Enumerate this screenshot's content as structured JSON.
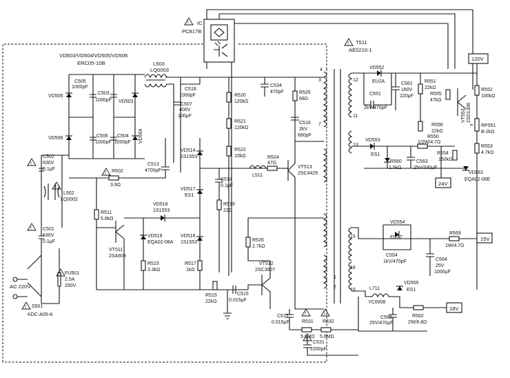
{
  "ic": {
    "sym": "IC",
    "part": "PC817B"
  },
  "top_diodes": {
    "refs": "VD503/VD504/VD505/VD506",
    "part": "ERC05-10B"
  },
  "l503": {
    "ref": "L503",
    "part": "LQ0003"
  },
  "t511": {
    "ref": "T511",
    "part": "AE0210-1"
  },
  "c505": {
    "ref": "C505",
    "val": "1000pF"
  },
  "c503": {
    "ref": "C503",
    "val": "1000pF"
  },
  "c506": {
    "ref": "C506",
    "val": "1000pF"
  },
  "c504": {
    "ref": "C504",
    "val": "1000pF"
  },
  "vd505": "VD505",
  "vd503": "VD503",
  "vd506": "VD506",
  "vd504": "VD504",
  "c518": {
    "ref": "C518",
    "val": "1000pF"
  },
  "c507": {
    "ref": "C507",
    "val1": "400V",
    "val2": "100μF"
  },
  "r520": {
    "ref": "R520",
    "val": "120kΩ"
  },
  "r521": {
    "ref": "R521",
    "val": "120kΩ"
  },
  "r522": {
    "ref": "R522",
    "val": "15kΩ"
  },
  "c534": {
    "ref": "C534",
    "val": "470pF"
  },
  "r525": {
    "ref": "R525",
    "val": "68Ω"
  },
  "c516": {
    "ref": "C516",
    "val1": "2kV",
    "val2": "680pF"
  },
  "vd552": {
    "ref": "VD552",
    "part": "EU2A"
  },
  "c551": {
    "ref": "C551",
    "val": "2kV/470pF"
  },
  "c561": {
    "ref": "C561",
    "val1": "160V",
    "val2": "220μF"
  },
  "r551": {
    "ref": "R551",
    "val": "22kΩ"
  },
  "r555": {
    "ref": "R555",
    "val": "47kΩ"
  },
  "r556": {
    "ref": "R556",
    "val": "22kΩ"
  },
  "vt553": {
    "ref": "VT553",
    "part": "2SD1306"
  },
  "r552": {
    "ref": "R552",
    "val": "100kΩ"
  },
  "rp551": {
    "ref": "RP551",
    "val": "B-2kΩ"
  },
  "r553": {
    "ref": "R553",
    "val": "4.7kΩ"
  },
  "out_120v": "120V",
  "out_24v": "24V",
  "out_15v": "15V",
  "out_18v": "18V",
  "vd553": {
    "ref": "VD553",
    "part": "ES1"
  },
  "r550": {
    "ref": "R550",
    "val": "1/2W/4.7Ω"
  },
  "r560": {
    "ref": "R560",
    "val": "1.5kΩ"
  },
  "c563": {
    "ref": "C563",
    "val": "25V/330μF"
  },
  "r554": {
    "ref": "R554",
    "val": "150kΩ"
  },
  "vd561": {
    "ref": "VD561",
    "part": "EQA02-06E"
  },
  "c502": {
    "ref": "C502",
    "val1": "630V",
    "val2": "0.1μF"
  },
  "l502": {
    "ref": "L502",
    "part": "LQ0002"
  },
  "c513": {
    "ref": "C513",
    "val": "4700pF"
  },
  "r502": {
    "ref": "R502",
    "val": "3.9Ω"
  },
  "vd514": {
    "ref": "VD514",
    "part": "1S1553"
  },
  "vd517": {
    "ref": "VD517",
    "part": "ES1"
  },
  "c514": {
    "ref": "C514",
    "val": "0.1μF"
  },
  "l511": "L511",
  "r524": {
    "ref": "R524",
    "val": "47Ω"
  },
  "vt513": {
    "ref": "VT513",
    "part": "2SC4429"
  },
  "r519": {
    "ref": "R519",
    "val": "22Ω"
  },
  "c501": {
    "ref": "C501",
    "val1": "630V",
    "val2": "0.1μF"
  },
  "r511": {
    "ref": "R511",
    "val": "5.6kΩ"
  },
  "vd518": {
    "ref": "VD518",
    "part": "1S1553"
  },
  "vd519": {
    "ref": "VD519",
    "part": "EQA02-08A"
  },
  "vd516": {
    "ref": "VD516",
    "part": "1S1553"
  },
  "r526": {
    "ref": "R526",
    "val": "2.7kΩ"
  },
  "vt511": {
    "ref": "VT511",
    "part": "2SA608"
  },
  "vd554": {
    "ref": "VD554",
    "part": "EU2Z"
  },
  "r569": {
    "ref": "R569",
    "val": "1W/4.7Ω"
  },
  "c554": {
    "ref": "C554",
    "val": "1kV/470pF"
  },
  "c564": {
    "ref": "C564",
    "val1": "25V",
    "val2": "1000μF"
  },
  "r523": {
    "ref": "R523",
    "val": "3.3kΩ"
  },
  "r517": {
    "ref": "R517",
    "val": "1kΩ"
  },
  "vt512": {
    "ref": "VT512",
    "part": "2SC3807"
  },
  "fu501": {
    "ref": "FU501",
    "val1": "2.5A",
    "val2": "250V"
  },
  "ac_in": "AC 220V",
  "r515": {
    "ref": "R515",
    "val": "22kΩ"
  },
  "c515": {
    "ref": "C515",
    "val": "0.015μF"
  },
  "l711": {
    "ref": "L711",
    "part": "YC0008"
  },
  "vd555": {
    "ref": "VD555",
    "part": "ES1"
  },
  "s501": {
    "ref": "S501",
    "part": "KDC-A05-A"
  },
  "c517": {
    "ref": "C517",
    "val": "0.015μF"
  },
  "r531": {
    "ref": "R531",
    "val": "5.6MΩ"
  },
  "r532": {
    "ref": "R532",
    "val": "5.6MΩ"
  },
  "c565": {
    "ref": "C565",
    "val": "25V/470μF"
  },
  "r562": {
    "ref": "R562",
    "val": "2W/6.8Ω"
  },
  "c531": {
    "ref": "C531",
    "val": "2200pF"
  },
  "pins": {
    "p1": "1",
    "p2": "2",
    "p3": "3",
    "p4": "4",
    "p7": "7",
    "p10": "10",
    "p11": "11",
    "p12": "12",
    "p13": "13",
    "p15": "15",
    "p16": "16"
  }
}
